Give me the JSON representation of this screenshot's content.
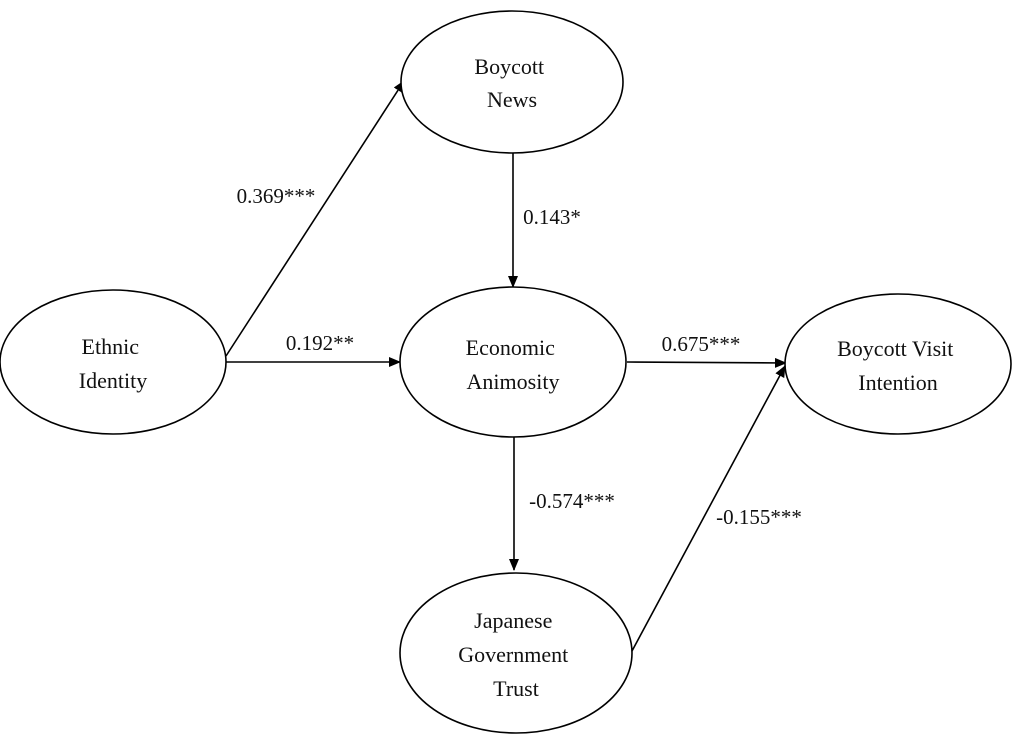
{
  "nodes": {
    "boycott_news": {
      "lines": [
        "Boycott",
        "News"
      ]
    },
    "ethnic_identity": {
      "lines": [
        "Ethnic",
        "Identity"
      ]
    },
    "economic_animosity": {
      "lines": [
        "Economic",
        "Animosity"
      ]
    },
    "boycott_visit_intention": {
      "lines": [
        "Boycott Visit",
        "Intention"
      ]
    },
    "japanese_government_trust": {
      "lines": [
        "Japanese",
        "Government",
        "Trust"
      ]
    }
  },
  "edges": {
    "ethnic_to_news": {
      "from": "ethnic_identity",
      "to": "boycott_news",
      "label": "0.369***"
    },
    "news_to_animosity": {
      "from": "boycott_news",
      "to": "economic_animosity",
      "label": "0.143*"
    },
    "ethnic_to_animosity": {
      "from": "ethnic_identity",
      "to": "economic_animosity",
      "label": "0.192**"
    },
    "animosity_to_intention": {
      "from": "economic_animosity",
      "to": "boycott_visit_intention",
      "label": "0.675***"
    },
    "animosity_to_trust": {
      "from": "economic_animosity",
      "to": "japanese_government_trust",
      "label": "-0.574***"
    },
    "trust_to_intention": {
      "from": "japanese_government_trust",
      "to": "boycott_visit_intention",
      "label": "-0.155***"
    }
  },
  "colors": {
    "line": "#000000",
    "text": "#111111",
    "background": "#ffffff"
  }
}
